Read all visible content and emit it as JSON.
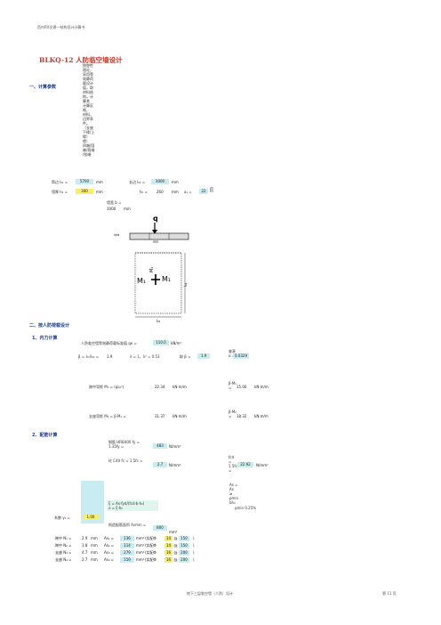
{
  "header": {
    "left": "西内RX交建一结构设计计算书"
  },
  "title": "BLKQ-12 人防临空墙设计",
  "section1": {
    "label": "一、计算参数",
    "desc_lines": [
      "按塑性",
      "理论，",
      "采用等",
      "效静荷",
      "载设计",
      "值，取",
      "材料结",
      "构，计",
      "算其",
      "计算区",
      "格、",
      "材料、",
      "边界条",
      "件。",
      "（支座",
      "下缘/上",
      "缘）",
      "缘）",
      "四端/固",
      "端/简端",
      "/铰端"
    ]
  },
  "params": {
    "span_lbl": "筒边 l₀₁ =",
    "span_val": "5700",
    "span_unit": "mm",
    "len_lbl": "长边 l₀₂ =",
    "len_val": "3000",
    "len_unit": "mm",
    "thk_lbl": "墙厚 h₁ =",
    "thk_val": "300",
    "thk_unit": "mm",
    "h0_lbl": "h₀ =",
    "h0_val": "260",
    "h0_unit": "mm",
    "as_lbl": "aₛ =",
    "as_val": "22",
    "width_lbl": "墙宽 b =",
    "width_val": "1000",
    "width_unit": "mm"
  },
  "diagram": {
    "q": "q",
    "mid_label": "M₁",
    "mid_label2": "M₂",
    "left_label": "M₁",
    "dim_v": "l₀₂",
    "dim_h": "l₀₁",
    "top_left": "l≡d"
  },
  "section2": {
    "label": "二、按人防荷载设计"
  },
  "sub1": {
    "label": "1、内力计算"
  },
  "load": {
    "lbl": "人防临空墙等效静荷载标准值 qe =",
    "val": "110.0",
    "unit": "kN/m²"
  },
  "ratio": {
    "lbl1": "β = l₀₁/l₀₂ =",
    "val1": "1.9",
    "lbl2": "λ = 1，λ² = 0.53",
    "lbl3": "取 β =",
    "val3": "1.9",
    "coef_lbl": "查表 α =",
    "coef_val": "0.0329"
  },
  "moment_mid": {
    "lbl": "跨中弯矩 M₁ = (qL₀²)",
    "val": "22.34",
    "unit": "kN·m/m",
    "rhs_lbl": "β·M₁ =",
    "rhs_val": "15.00",
    "rhs_unit": "kN·m/m"
  },
  "moment_sup": {
    "lbl": "支座弯矩 M₂ = β·M₁ =",
    "val": "31.37",
    "unit": "kN·m/m",
    "rhs_lbl": "β·M₂ =",
    "rhs_val": "18.32",
    "rhs_unit": "kN·m/m"
  },
  "sub2": {
    "label": "2、配筋计算"
  },
  "steel": {
    "lbl": "钢筋 HRB400 fy = 1.35fy =",
    "val": "483",
    "unit": "N/mm²"
  },
  "concrete": {
    "lbl": "砼 C40 fc = 1.5fc =",
    "val": "2.7",
    "unit": "N/mm²",
    "rhs_lbl": "fcd = 1.5fc =",
    "rhs_val": "22.92",
    "rhs_unit": "N/mm²"
  },
  "xi": {
    "lbl1": "ξ = As·fyd/(fcd·b·h₀)",
    "lbl2": "x = ξ·h₀",
    "coef_lbl": "系数 γ₀ =",
    "coef_val": "1.00",
    "note": "ρmin 0.25%",
    "rhs": [
      "As =",
      "As",
      "≥",
      "ρmin",
      "bh₀"
    ]
  },
  "as_min": {
    "lbl": "构造配筋面积 Asmin =",
    "val": "800",
    "unit": "mm²"
  },
  "rows": [
    {
      "name": "跨中 N₁ =",
      "v1": "2.9",
      "u1": "mm",
      "as_lbl": "As₁ =",
      "as_val": "136",
      "as_unit": "mm²",
      "sel": "(实配Φ",
      "d": "14",
      "at": "@",
      "s": "150",
      "tail": ")"
    },
    {
      "name": "跨中 N₂ =",
      "v1": "1.8",
      "u1": "mm",
      "as_lbl": "As₂ =",
      "as_val": "114",
      "as_unit": "mm²",
      "sel": "(实配Φ",
      "d": "14",
      "at": "@",
      "s": "150",
      "tail": ")"
    },
    {
      "name": "支座 N₃ =",
      "v1": "4.7",
      "u1": "mm",
      "as_lbl": "As₃ =",
      "as_val": "279",
      "as_unit": "mm²",
      "sel": "(实配Φ",
      "d": "16",
      "at": "@",
      "s": "200",
      "tail": ")"
    },
    {
      "name": "支座 N₄ =",
      "v1": "2.7",
      "u1": "mm",
      "as_lbl": "As₄ =",
      "as_val": "159",
      "as_unit": "mm²",
      "sel": "(实配Φ",
      "d": "16",
      "at": "@",
      "s": "200",
      "tail": ")"
    }
  ],
  "footer": {
    "center": "地下三层临空墙（人防）设计",
    "right": "第 11 页"
  }
}
